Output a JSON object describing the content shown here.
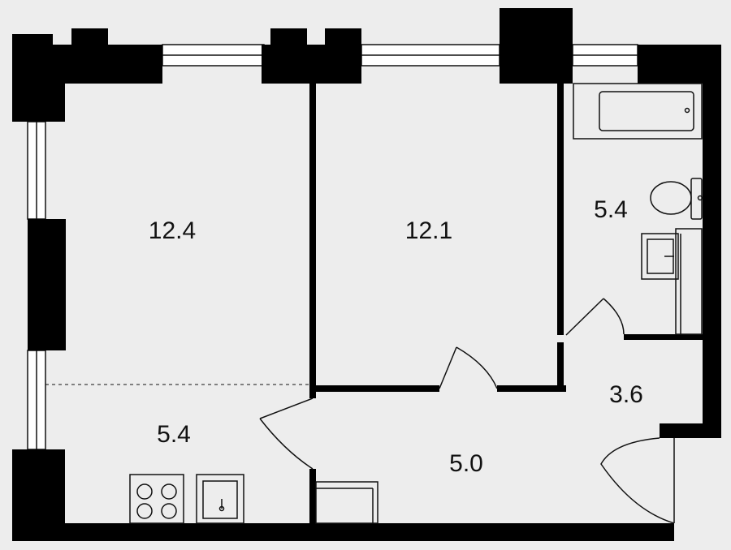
{
  "colors": {
    "background": "#ededed",
    "wall": "#000000",
    "line": "#111111",
    "window_frame": "#ffffff"
  },
  "rooms": {
    "living_room": {
      "area": "12.4"
    },
    "bedroom": {
      "area": "12.1"
    },
    "bathroom": {
      "area": "5.4"
    },
    "kitchen": {
      "area": "5.4"
    },
    "hallway": {
      "area": "5.0"
    },
    "storage": {
      "area": "3.6"
    }
  },
  "fixtures": [
    "bathtub-icon",
    "toilet-icon",
    "sink-icon",
    "stove-icon",
    "kitchen-sink-icon",
    "wardrobe-icon"
  ]
}
